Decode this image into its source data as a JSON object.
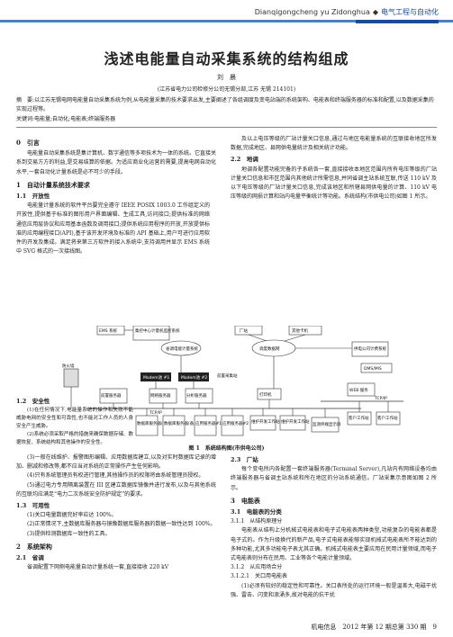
{
  "header": {
    "pinyin": "Dianqigongcheng yu Zidonghua",
    "diamond": "◆",
    "cn": "电气工程与自动化"
  },
  "title": "浅述电能量自动采集系统的结构组成",
  "author": "刘　晨",
  "affiliation": "(江苏省电力公司检修分公司无锡分部,江苏 无锡 214101)",
  "abstract": "摘　要:以江苏无锡电网电能量自动采集系统为例,从电能量采集的技术要求出发,主要阐述了各组调度及变电站端的系统架构、电能表和终端服务器的标准和配置,以及数据采集的实现过程等。",
  "keywords": "关键词:电能量;自动化;电能表;终端服务器",
  "left": {
    "s0": "0　引言",
    "p0": "电能量自动采集系统是集计算机、数字通信等多项技术为一体的系统。它直接关系到交易方方的利益,是交易结算的依据。为适应商业化运营的需要,提高电网自动化水平,一套自动化计量系统是必不可少的手段。",
    "s1": "1　自动计量系统技术要求",
    "s11": "1.1　开放性",
    "p11a": "电能量计量系统的软件平台要完全遵守 IEEE POSIX 1003.0 工作组定义的开放性,提供基于标准的图形用户界面编辑、生成工具,访问接口;提供标准的网络通信应用层协议和应用基本函数及调用接口;提供系统应用程序的开放,开放提供标准的应用编程接口(API),基于该开发环境及标准的 API 基础上,用户可进行应用软件的开发及集成。满足将来第三方软件的接入系统中,支持调用并显示 EMS 系统中 SVG 格式的一次接线图。",
    "s12": "1.2　安全性",
    "p12a": "(1)在任何情况下,电能量系统的操作和失败不能威胁电网的安全性和可靠性,也不能对工作人员的人身安全产生威胁。",
    "p12b": "(2)系统必须采取严格的措施来确保数据存储、数据恢复、系统结构和其他操作的安全性。",
    "p12c": "(3)一般在线维护、报警图形编辑、应用数据库建立,以及对实时数据库记录的增加、删减和修改等,都不应当对系统的正常操作产生任何影响。",
    "p12d": "(4)只有系统管理员有权进行管理,其他操作员的权限将由系统管理员授权。",
    "p12e": "(5)通过电力专用隔离装置在 III 区建立数据库镜像并进行发布,以及与其他系统的互联均应满足“电力二次系统安全防护规定”的要求。",
    "s13": "1.3　可用性",
    "p13a": "(1)关口电量数据完好率应达 100%。",
    "p13b": "(2)正常情况下,主数据库服务器与镜像数据库服务器的数据一致性达到 100%。",
    "p13c": "(3)提供检测数据库一致性的工具。",
    "s2": "2　系统架构",
    "s21": "2.1　省调",
    "p21": "省调配置下网侧电能量自动计量系统一套,直接接收 220 kV"
  },
  "right": {
    "p0": "及以上电压等级的厂站计量关口信息,通过与地区电能量系统的互联接收地区所发数据,完成地区、县网供电量统计及相关统计功能。",
    "s22": "2.2　地调",
    "p22": "地调各配置功能完备的子系统各一套,直接接收本地区范围内所有电压等级的厂站计量关口信息和市区范围内其他统计所需信息,并同省调主站系统互联,传送 110 kV 及以下电压等级的厂站计量关口信息,完成该地区和所辖县网供电量的计算、110 kV 电压等级的网损计算和站内电量平衡统计等功能。系统结构(市供电公司)如图 1 所示。",
    "s23": "2.3　厂站",
    "p23": "每个变电所内各配置一套终端服务器(Terminal Server),凡站内有网络设备均由终端服务器与省调主站系统和所在地区的分站系统通信。厂站采集示意图如图 2 所示。",
    "s3": "3　电能表",
    "s31": "3.1　电能表的分类",
    "s311": "3.1.1　从结构原理分",
    "p311": "电能表从结构上分机械式电能表和电子式电能表两种类型,功能复杂的电能表都是电子式的。作为升级换代的新产品,电子式电能表能够实现机械式电能表所不能达到的多种功能,尤其多功能电子表尤其正确。机械式电能表主要应用在民用计量领域,而电子式电能表则分布在民用、工业等各个电能计量领域。",
    "s312": "3.1.2　从应用场合分",
    "s3121": "3.1.2.1　关口用电能表",
    "p3121": "(1)必须有较好的稳定性和可靠性。关口表所处的运行环境一般是温差大,电磁干扰强、雷击、闪变和浪涌多,故对电能的抗干扰"
  },
  "figure": {
    "caption": "图 1　系统结构图(市供电公司)",
    "labels": {
      "ems": "EMS 系统",
      "center": "集控中心计量机监控系统",
      "changzhan": "厂站",
      "other": "其他卡机",
      "provincial": "省调电能计量系统",
      "wan": "调度数据网",
      "firewall": "防火墙",
      "provsrv": "供电公司计费系统",
      "dms": "DMS/MIS",
      "modem1": "Modem池 #1",
      "modem2": "Modem池 #2",
      "xfer": "前置采集站",
      "gateway": "前置服务器",
      "wanserver": "网络服务器",
      "analysis": "分析服务器",
      "printer": "打印机",
      "web": "WEB 服务",
      "tcp": "TCP/IP",
      "tcp2": "TCP/IP",
      "db1": "数据库服务器(主)",
      "db2": "数据库服务器(备)",
      "appsrv": "应用服务器#1",
      "appsrv2": "应用服务器#2",
      "ws1": "维护开发工作站",
      "ws2": "维护开发工作站",
      "mon": "监测终端显示屏",
      "client1": "客户工作站",
      "client2": "客户工作站"
    }
  },
  "footer": "机电信息　2012 年第 12 期总第 330 期　9"
}
